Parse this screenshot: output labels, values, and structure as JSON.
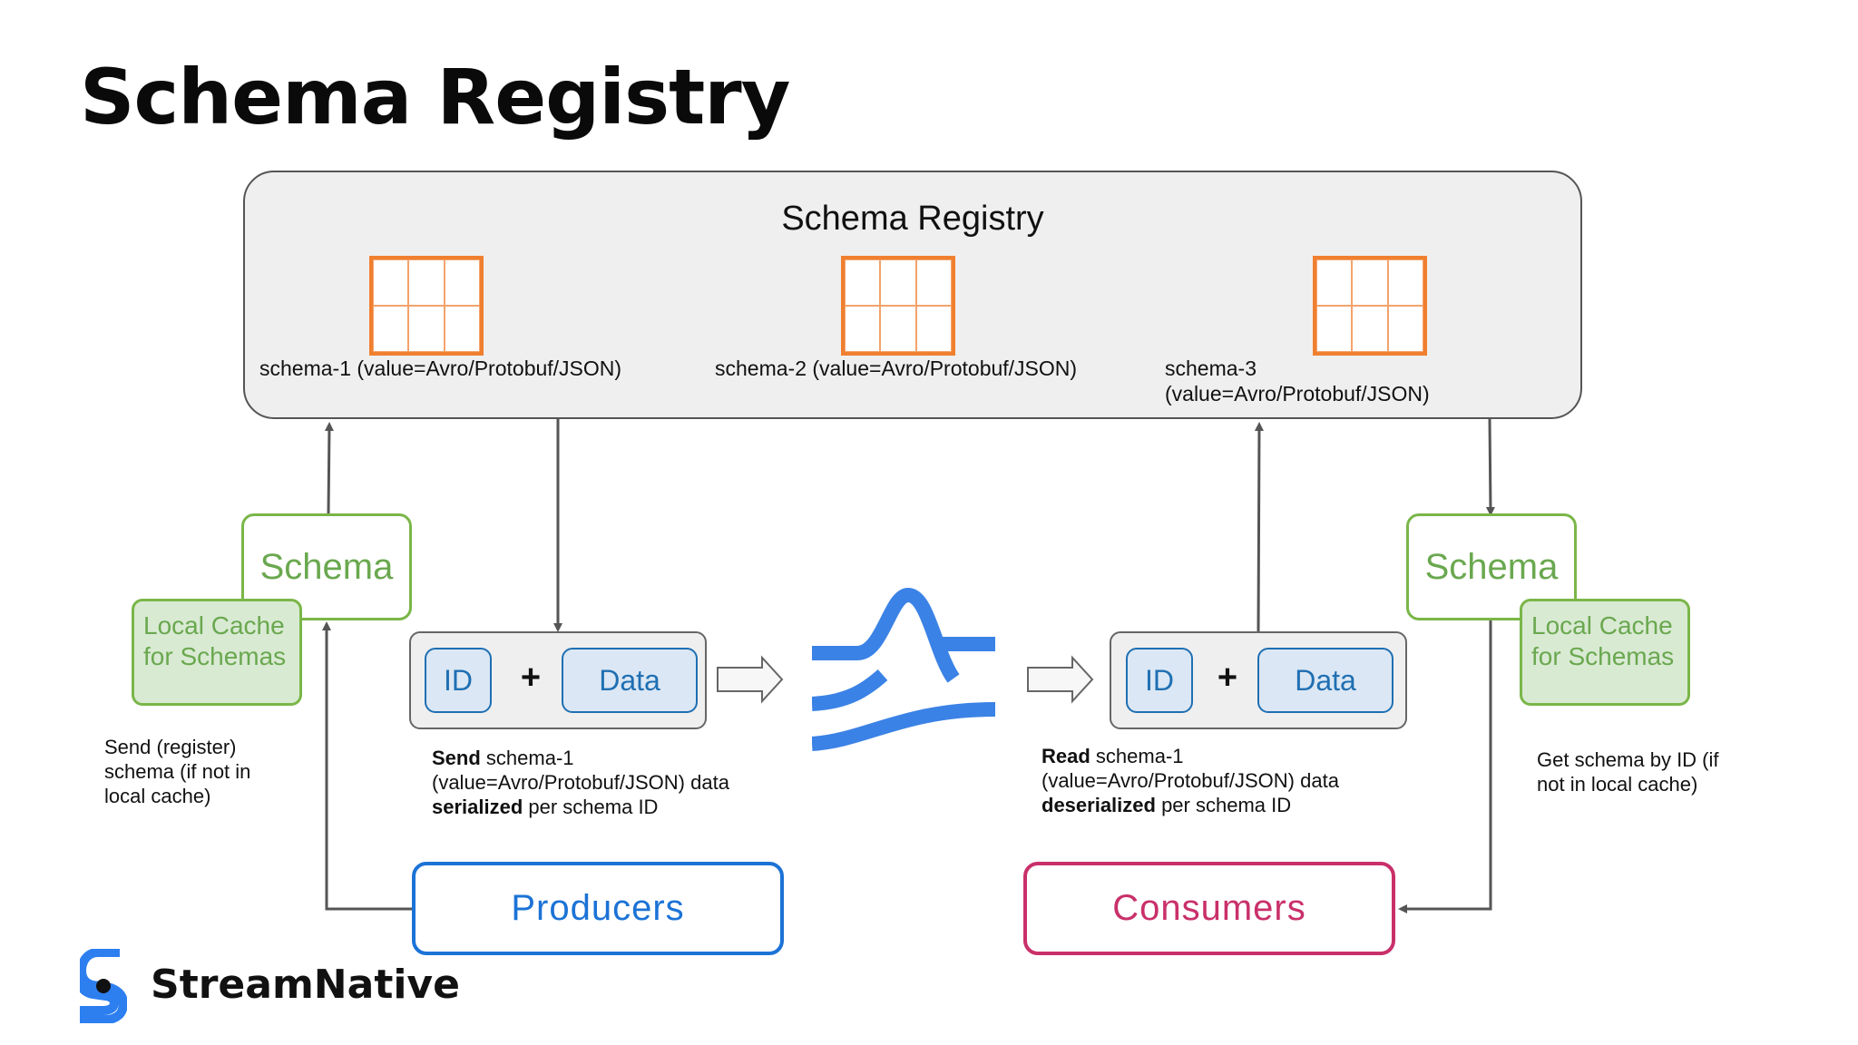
{
  "title": "Schema Registry",
  "registry": {
    "label": "Schema Registry",
    "schemas": [
      {
        "line1": "schema-1 (value=Avro/Protobuf/JSON)",
        "line2": ""
      },
      {
        "line1": "schema-2 (value=Avro/Protobuf/JSON)",
        "line2": ""
      },
      {
        "line1": "schema-3",
        "line2": "(value=Avro/Protobuf/JSON)"
      }
    ]
  },
  "producer_side": {
    "schema_label": "Schema",
    "cache_line1": "Local Cache",
    "cache_line2": "for Schemas",
    "note_line1": "Send (register)",
    "note_line2": "schema (if not in",
    "note_line3": "local cache)",
    "id_label": "ID",
    "plus": "+",
    "data_label": "Data",
    "desc_bold1": "Send",
    "desc_text1": " schema-1",
    "desc_line2": "(value=Avro/Protobuf/JSON) data",
    "desc_bold3": "serialized",
    "desc_text3": " per schema ID",
    "role_label": "Producers"
  },
  "consumer_side": {
    "schema_label": "Schema",
    "cache_line1": "Local Cache",
    "cache_line2": "for Schemas",
    "note_line1": "Get schema by ID (if",
    "note_line2": "not in local cache)",
    "id_label": "ID",
    "plus": "+",
    "data_label": "Data",
    "desc_bold1": "Read",
    "desc_text1": " schema-1",
    "desc_line2": "(value=Avro/Protobuf/JSON) data",
    "desc_bold3": "deserialized",
    "desc_text3": " per schema ID",
    "role_label": "Consumers"
  },
  "brand": {
    "name": "StreamNative",
    "icon": "streamnative-logo-icon"
  },
  "center_icon": "pulsar-logo-icon",
  "colors": {
    "schema_orange": "#f07f2f",
    "green": "#7ab648",
    "cache_fill": "#d9ead3",
    "blue": "#1f6fb2",
    "producers_blue": "#1c73d6",
    "consumers_pink": "#c9306a",
    "pulsar_blue": "#3b82e6"
  }
}
